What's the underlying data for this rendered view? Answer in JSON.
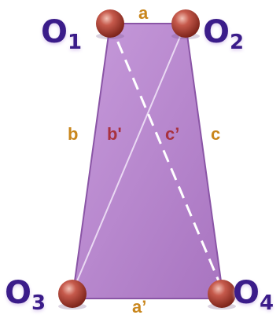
{
  "colors": {
    "fill": "#b585cc",
    "fill_stroke": "#7b3f96",
    "atom": "#b0483c",
    "node_label": "#3a1a8a",
    "edge_label_outer": "#c9861c",
    "edge_label_inner": "#a8323f",
    "diagonal_dashed": "#ffffff",
    "diagonal_solid": "#e6d4f0"
  },
  "nodes": [
    {
      "id": "O1",
      "main": "O",
      "sub": "1"
    },
    {
      "id": "O2",
      "main": "O",
      "sub": "2"
    },
    {
      "id": "O3",
      "main": "O",
      "sub": "3"
    },
    {
      "id": "O4",
      "main": "O",
      "sub": "4"
    }
  ],
  "edge_labels": {
    "top": "a",
    "bottom": "a’",
    "left": "b",
    "right": "c",
    "diag_left": "b'",
    "diag_right": "c’"
  }
}
